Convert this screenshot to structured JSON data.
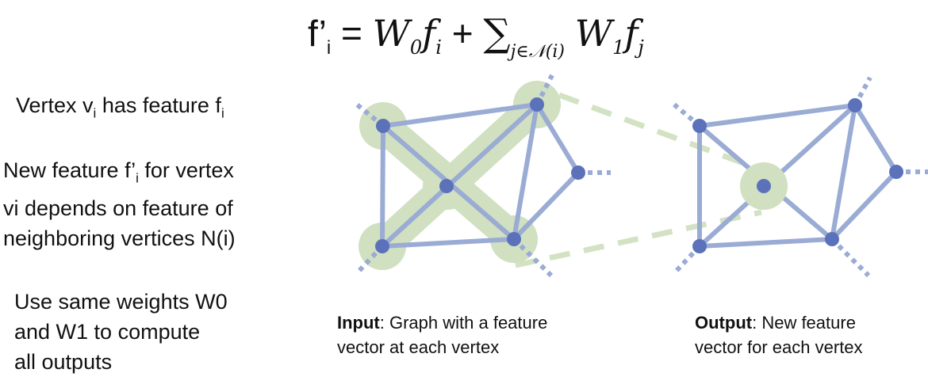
{
  "formula": {
    "lhs": "f’",
    "lhs_sub": "i",
    "eq": "=",
    "w0": "W",
    "w0_sub": "0",
    "f": "f",
    "f_sub": "i",
    "plus": "+",
    "sum": "∑",
    "sum_sub": "j∈𝒩(i)",
    "w1": "W",
    "w1_sub": "1",
    "fj": "f",
    "fj_sub": "j"
  },
  "left": {
    "line1_a": "Vertex v",
    "line1_sub1": "i",
    "line1_b": " has feature f",
    "line1_sub2": "i",
    "line2_a": "New feature f’",
    "line2_sub": "i",
    "line2_b": " for vertex",
    "line2_c": "vi depends on feature of",
    "line2_d": "neighboring vertices N(i)",
    "line3_a": "Use same weights W0",
    "line3_b": "and W1 to compute",
    "line3_c": "all outputs"
  },
  "captions": {
    "input_bold": "Input",
    "input_rest": ": Graph with a feature",
    "input_line2": "vector at each vertex",
    "output_bold": "Output",
    "output_rest": ": New feature",
    "output_line2": "vector for each vertex"
  },
  "colors": {
    "node": "#5b72bb",
    "edge": "#9aabd4",
    "highlight": "#d0e0c0",
    "dash": "#d2e2c3"
  }
}
